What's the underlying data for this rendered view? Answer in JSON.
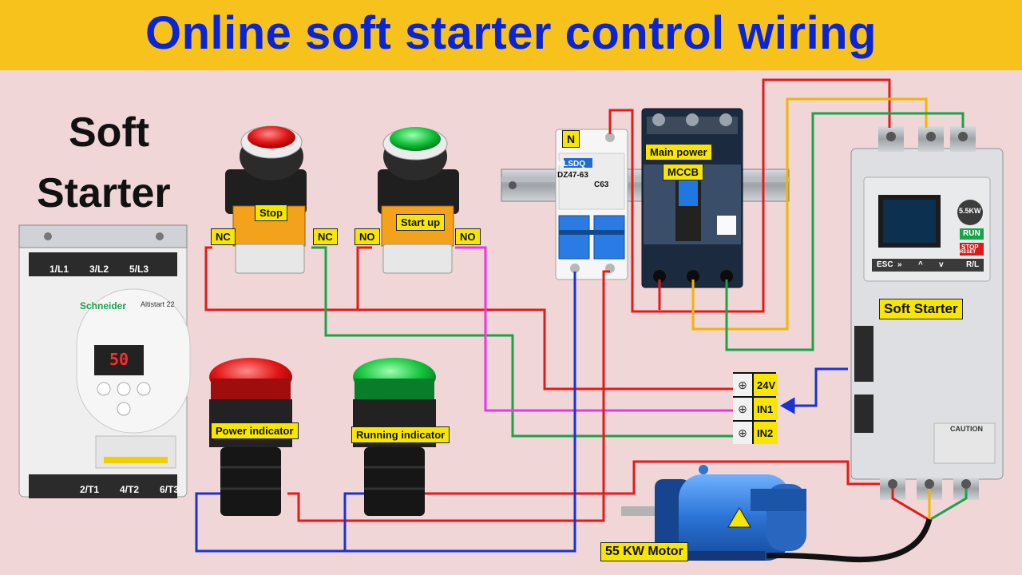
{
  "title": "Online soft starter control wiring",
  "left_title_line1": "Soft",
  "left_title_line2": "Starter",
  "buttons": {
    "stop": {
      "label": "Stop",
      "contact_left": "NC",
      "contact_right": "NC",
      "color": "#e01515"
    },
    "start": {
      "label": "Start up",
      "contact_left": "NO",
      "contact_right": "NO",
      "color": "#13c23b"
    }
  },
  "indicators": {
    "power": {
      "label": "Power indicator",
      "color": "#e01515"
    },
    "running": {
      "label": "Running indicator",
      "color": "#13c23b"
    }
  },
  "mcb": {
    "label": "N",
    "brand": "KLSDQ",
    "model": "DZ47-63",
    "rating": "C63"
  },
  "mccb": {
    "label1": "Main power",
    "label2": "MCCB"
  },
  "schneider": {
    "brand": "Schneider",
    "model": "Altistart 22",
    "display": "50",
    "top_terminals": [
      "1/L1",
      "3/L2",
      "5/L3"
    ],
    "bottom_terminals": [
      "2/T1",
      "4/T2",
      "6/T3"
    ]
  },
  "vfd": {
    "label": "Soft Starter",
    "rating": "5.5KW",
    "run": "RUN",
    "stop": "STOP",
    "reset": "RESET",
    "keys": [
      "ESC",
      "»",
      "^",
      "v",
      "R/L"
    ],
    "caution": "CAUTION"
  },
  "terminal_block": {
    "labels": [
      "24V",
      "IN1",
      "IN2"
    ]
  },
  "motor": {
    "label": "55 KW Motor"
  },
  "colors": {
    "red": "#e31b1b",
    "green": "#19a34a",
    "yellow": "#f4b400",
    "blue": "#1a33d0",
    "magenta": "#ee34e6",
    "title_bar": "#f7c21c",
    "title_text": "#0a24d8"
  }
}
